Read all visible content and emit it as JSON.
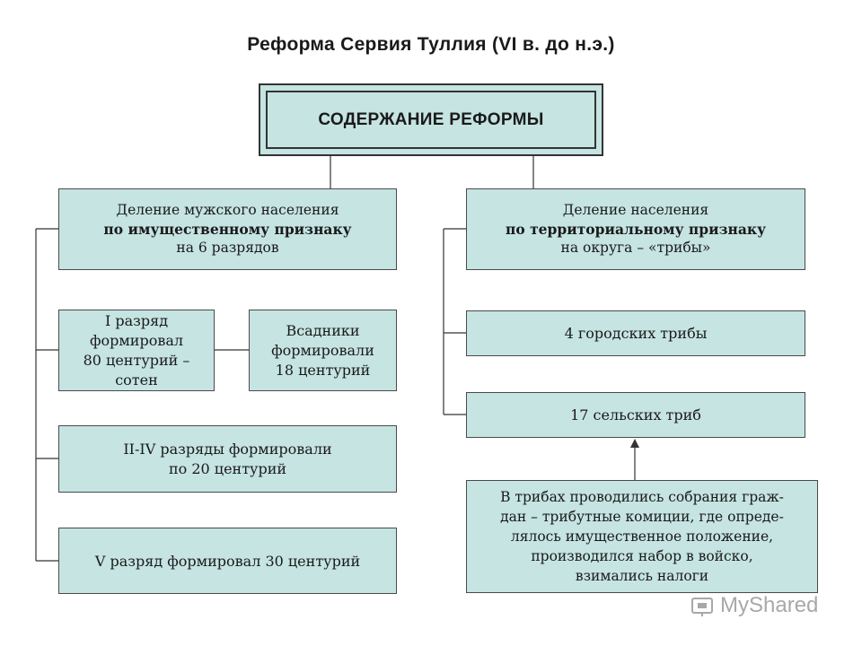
{
  "title": "Реформа Сервия Туллия (VI в. до н.э.)",
  "main": "СОДЕРЖАНИЕ РЕФОРМЫ",
  "left_header": {
    "line1": "Деление мужского населения",
    "line2": "по имущественному признаку",
    "line3": "на 6 разрядов"
  },
  "right_header": {
    "line1": "Деление населения",
    "line2": "по территориальному признаку",
    "line3": "на округа – «трибы»"
  },
  "rank1": [
    "I разряд",
    "формировал",
    "80 центурий –",
    "сотен"
  ],
  "riders": [
    "Всадники",
    "формировали",
    "18 центурий"
  ],
  "rank2_4": [
    "II-IV разряды формировали",
    "по 20 центурий"
  ],
  "rank5": "V разряд формировал 30 центурий",
  "urban": "4 городских трибы",
  "rural": "17 сельских триб",
  "assemblies": [
    "В трибах проводились собрания граж-",
    "дан – трибутные комиции, где опреде-",
    "лялось имущественное положение,",
    "производился набор в войско,",
    "взимались налоги"
  ],
  "watermark": "MyShared",
  "colors": {
    "box_fill": "#c5e4e2",
    "border": "#4a4a4a"
  }
}
